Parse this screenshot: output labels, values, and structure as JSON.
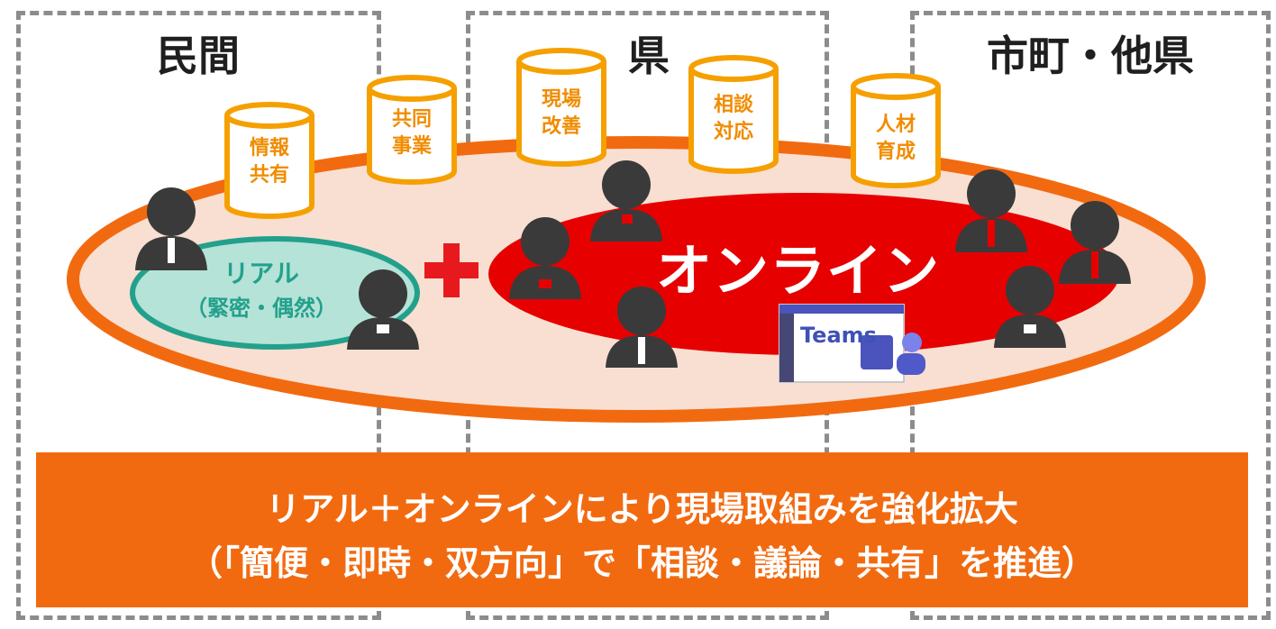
{
  "regions": {
    "private": "民間",
    "prefecture": "県",
    "municipal": "市町・他県"
  },
  "cylinders": [
    {
      "line1": "情報",
      "line2": "共有"
    },
    {
      "line1": "共同",
      "line2": "事業"
    },
    {
      "line1": "現場",
      "line2": "改善"
    },
    {
      "line1": "相談",
      "line2": "対応"
    },
    {
      "line1": "人材",
      "line2": "育成"
    }
  ],
  "real": {
    "line1": "リアル",
    "line2": "（緊密・偶然）"
  },
  "online": "オンライン",
  "teams": {
    "label": "Teams",
    "icon": "teams-icon"
  },
  "banner": {
    "line1": "リアル＋オンラインにより現場取組みを強化拡大",
    "line2": "（「簡便・即時・双方向」で「相談・議論・共有」を推進）"
  },
  "colors": {
    "outer_ellipse_fill": "#f9dfd2",
    "outer_ellipse_stroke": "#f26a10",
    "online_fill": "#e60000",
    "real_fill": "#b5e3d7",
    "real_stroke": "#23a08c",
    "cylinder_stroke": "#f5a000",
    "banner": "#f26a10",
    "plus": "#e8191e"
  }
}
